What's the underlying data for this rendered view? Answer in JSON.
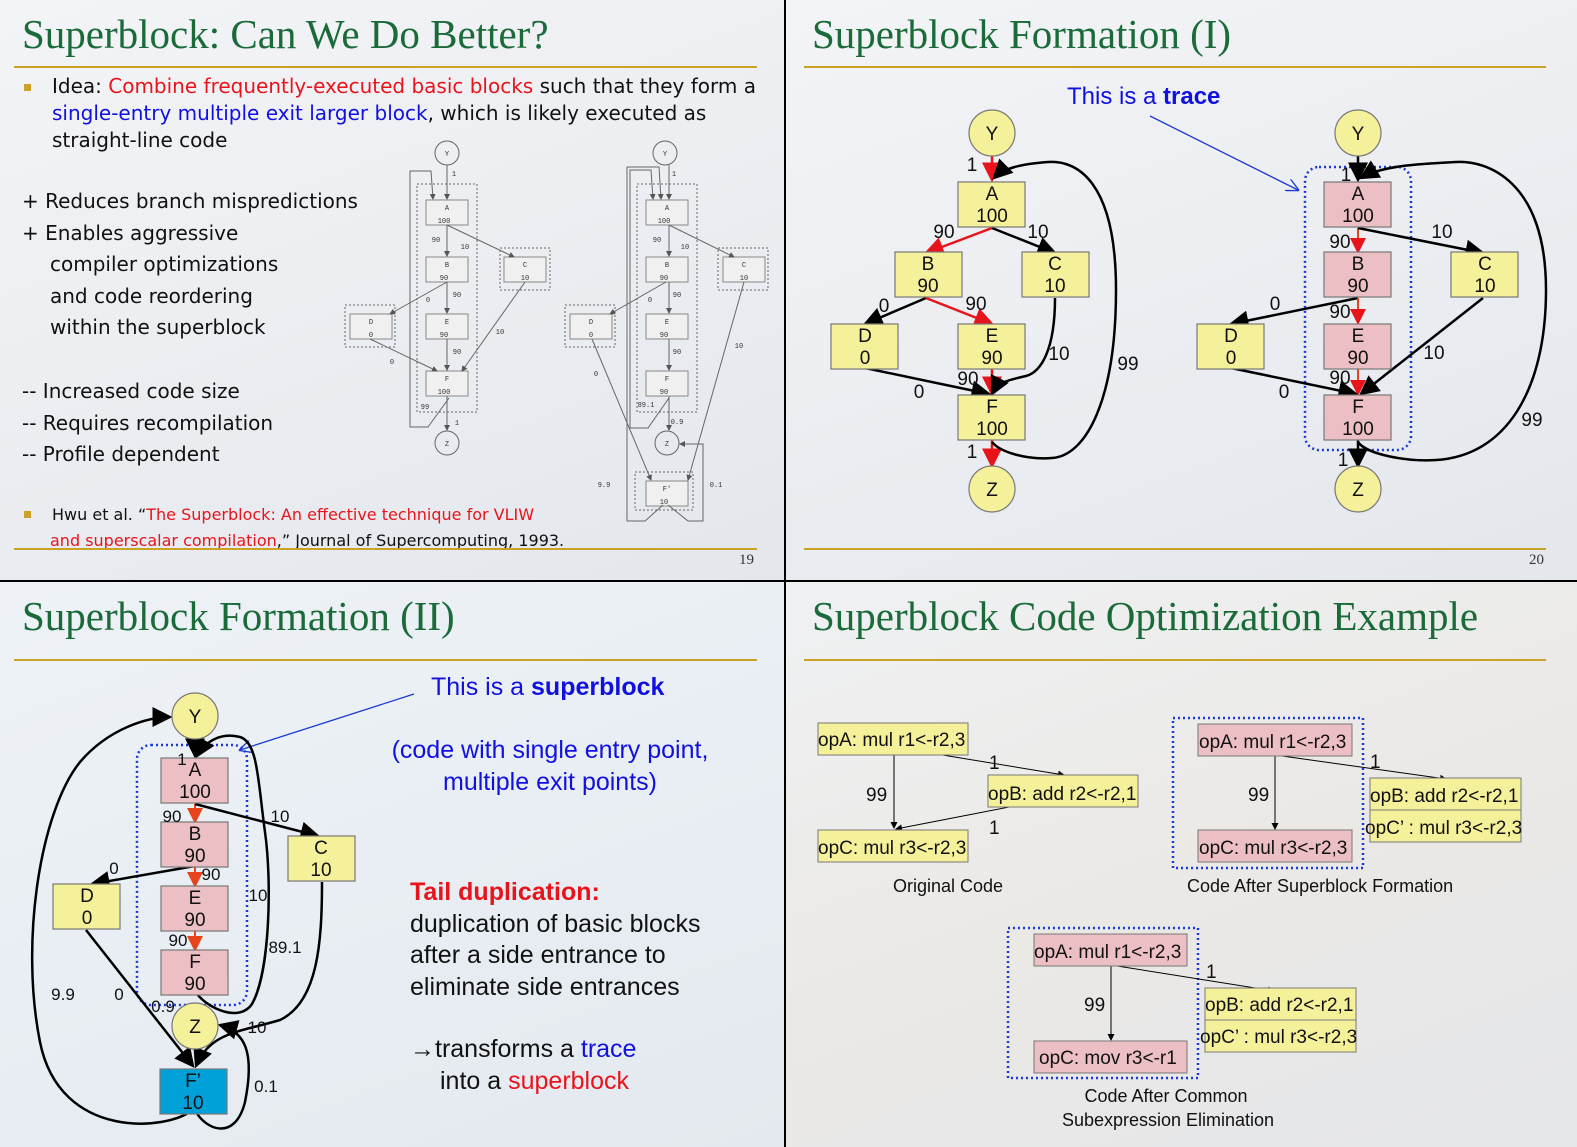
{
  "slide19": {
    "title": "Superblock: Can We Do Better?",
    "idea_prefix": "Idea: ",
    "idea_red": "Combine frequently-executed basic blocks",
    "idea_mid": " such that they form a",
    "idea_blue": "single-entry multiple exit larger block",
    "idea_end": ", which is likely executed as",
    "idea_line3": "straight-line code",
    "pros": [
      "+ Reduces branch mispredictions",
      "+ Enables aggressive",
      "compiler optimizations",
      "and code reordering",
      "within the superblock"
    ],
    "cons": [
      "-- Increased code size",
      "-- Requires recompilation",
      "-- Profile dependent"
    ],
    "ref_prefix": "Hwu et al. “",
    "ref_red_1": "The Superblock: An effective technique for VLIW",
    "ref_red_2": "and superscalar compilation",
    "ref_end": ",” Journal of Supercomputing, 1993.",
    "page": "19",
    "diagram_left": {
      "nodes": {
        "Y": "Y",
        "Z": "Z",
        "A": [
          "A",
          "100"
        ],
        "B": [
          "B",
          "90"
        ],
        "C": [
          "C",
          "10"
        ],
        "D": [
          "D",
          "0"
        ],
        "E": [
          "E",
          "90"
        ],
        "F": [
          "F",
          "100"
        ]
      },
      "edges": {
        "YA": "1",
        "AB": "90",
        "AC": "10",
        "BD": "0",
        "BE": "90",
        "EF": "90",
        "CF": "10",
        "DF": "0",
        "FA": "99",
        "FZ": "1"
      }
    },
    "diagram_right": {
      "nodes": {
        "Y": "Y",
        "Z": "Z",
        "A": [
          "A",
          "100"
        ],
        "B": [
          "B",
          "90"
        ],
        "C": [
          "C",
          "10"
        ],
        "D": [
          "D",
          "0"
        ],
        "E": [
          "E",
          "90"
        ],
        "F": [
          "F",
          "90"
        ],
        "Fp": [
          "F'",
          "10"
        ]
      },
      "edges": {
        "YA": "1",
        "AB": "90",
        "AC": "10",
        "BD": "0",
        "BE": "90",
        "EF": "90",
        "CFp": "10",
        "DFp": "0",
        "FA": "89.1",
        "FZ": "0.9",
        "FpA": "9.9",
        "FpZ": "0.1"
      }
    }
  },
  "slide20": {
    "title": "Superblock Formation (I)",
    "callout_prefix": "This is a ",
    "callout_bold": "trace",
    "page": "20",
    "graph": {
      "nodes": {
        "Y": "Y",
        "Z": "Z",
        "A": [
          "A",
          "100"
        ],
        "B": [
          "B",
          "90"
        ],
        "C": [
          "C",
          "10"
        ],
        "D": [
          "D",
          "0"
        ],
        "E": [
          "E",
          "90"
        ],
        "F": [
          "F",
          "100"
        ]
      },
      "edges": {
        "YA": "1",
        "AB": "90",
        "AC": "10",
        "BD": "0",
        "BE": "90",
        "CF": "10",
        "DF": "0",
        "EF": "90",
        "FA": "99",
        "FZ": "1"
      }
    }
  },
  "slide21": {
    "title": "Superblock Formation (II)",
    "callout_prefix": "This is a ",
    "callout_bold": "superblock",
    "paren_1": "(code with single entry point,",
    "paren_2": "multiple exit points)",
    "tail_heading": "Tail duplication:",
    "tail_lines": [
      "duplication of basic blocks",
      "after a side entrance to",
      "eliminate side entrances"
    ],
    "transform_arrow": "→",
    "transform_1": "transforms a ",
    "transform_trace": "trace",
    "transform_2": "into a ",
    "transform_superblock": "superblock",
    "graph": {
      "nodes": {
        "Y": "Y",
        "Z": "Z",
        "A": [
          "A",
          "100"
        ],
        "B": [
          "B",
          "90"
        ],
        "C": [
          "C",
          "10"
        ],
        "D": [
          "D",
          "0"
        ],
        "E": [
          "E",
          "90"
        ],
        "F": [
          "F",
          "90"
        ],
        "Fp": [
          "F’",
          "10"
        ]
      },
      "edges": {
        "YA": "1",
        "AB": "90",
        "AC": "10",
        "BD": "0",
        "BE": "90",
        "EF": "90",
        "FA_10": "10",
        "FA": "89.1",
        "FZ": "0.9",
        "DFp": "0",
        "CFp": "10",
        "FpY": "9.9",
        "FpZ": "0.1"
      }
    }
  },
  "slide22": {
    "title": "Superblock Code Optimization Example",
    "original": {
      "opA": "opA: mul r1<-r2,3",
      "opB": "opB: add r2<-r2,1",
      "opC": "opC: mul r3<-r2,3",
      "e_AB": "1",
      "e_AC": "99",
      "e_BC": "1",
      "caption": "Original Code"
    },
    "after_sb": {
      "opA": "opA: mul r1<-r2,3",
      "opB": "opB: add r2<-r2,1",
      "opCp": "opC’ : mul r3<-r2,3",
      "opC": "opC: mul r3<-r2,3",
      "e_AB": "1",
      "e_AC": "99",
      "caption": "Code After Superblock Formation"
    },
    "after_cse": {
      "opA": "opA: mul r1<-r2,3",
      "opB": "opB: add r2<-r2,1",
      "opCp": "opC’ : mul r3<-r2,3",
      "opC": "opC: mov r3<-r1",
      "e_AB": "1",
      "e_AC": "99",
      "caption_1": "Code After Common",
      "caption_2": "Subexpression Elimination"
    }
  },
  "colors": {
    "title_green": "#1a6a3a",
    "rule_gold": "#c9a227",
    "node_yellow": "#f5f09a",
    "node_pink": "#ebbfc3",
    "node_blue": "#00a0d8",
    "edge_red": "#e8141c",
    "accent_blue": "#1010e0"
  }
}
